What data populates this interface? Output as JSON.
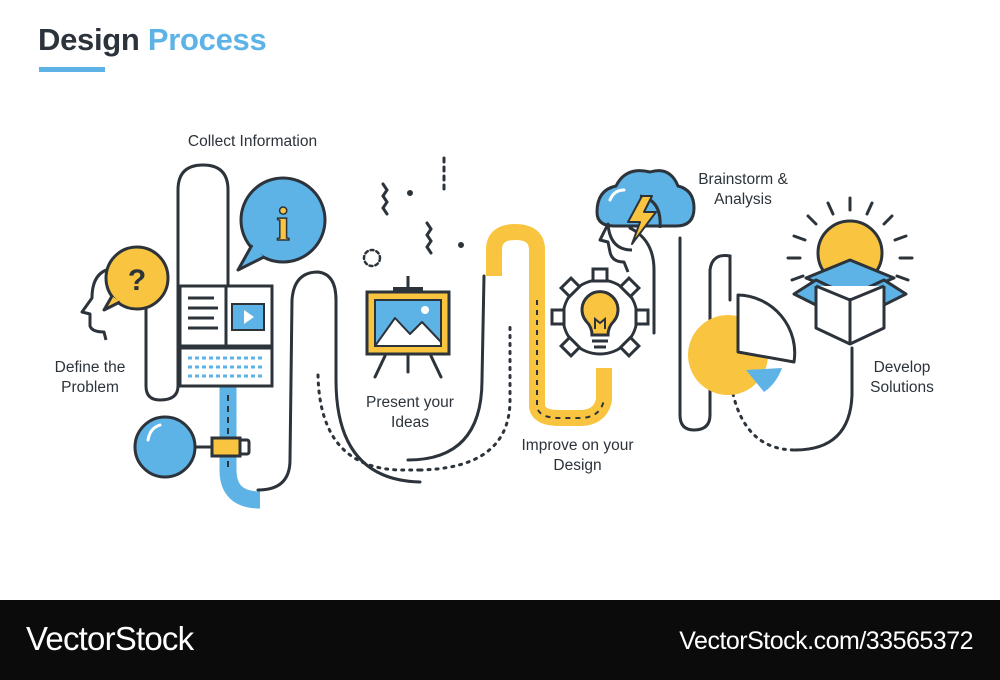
{
  "header": {
    "title_word_1": "Design",
    "title_word_2": "Process"
  },
  "colors": {
    "ink": "#2c333a",
    "blue": "#5db3e6",
    "yellow": "#f9c440",
    "background": "#ffffff",
    "banner": "#0b0b0b"
  },
  "steps": [
    {
      "id": "define",
      "lines": [
        "Define the",
        "Problem"
      ],
      "icon": "head-question-icon"
    },
    {
      "id": "collect",
      "lines": [
        "Collect Information"
      ],
      "icon": "info-book-icon"
    },
    {
      "id": "present",
      "lines": [
        "Present your",
        "Ideas"
      ],
      "icon": "easel-icon"
    },
    {
      "id": "improve",
      "lines": [
        "Improve on your",
        "Design"
      ],
      "icon": "gear-bulb-icon"
    },
    {
      "id": "brainstorm",
      "lines": [
        "Brainstorm &",
        "Analysis"
      ],
      "icon": "head-cloud-lightning-icon"
    },
    {
      "id": "develop",
      "lines": [
        "Develop",
        "Solutions"
      ],
      "icon": "box-bulb-icon"
    }
  ],
  "icons": {
    "question_mark": "?",
    "info_letter": "i"
  },
  "footer": {
    "brand": "VectorStock",
    "image_id": "VectorStock.com/33565372"
  }
}
